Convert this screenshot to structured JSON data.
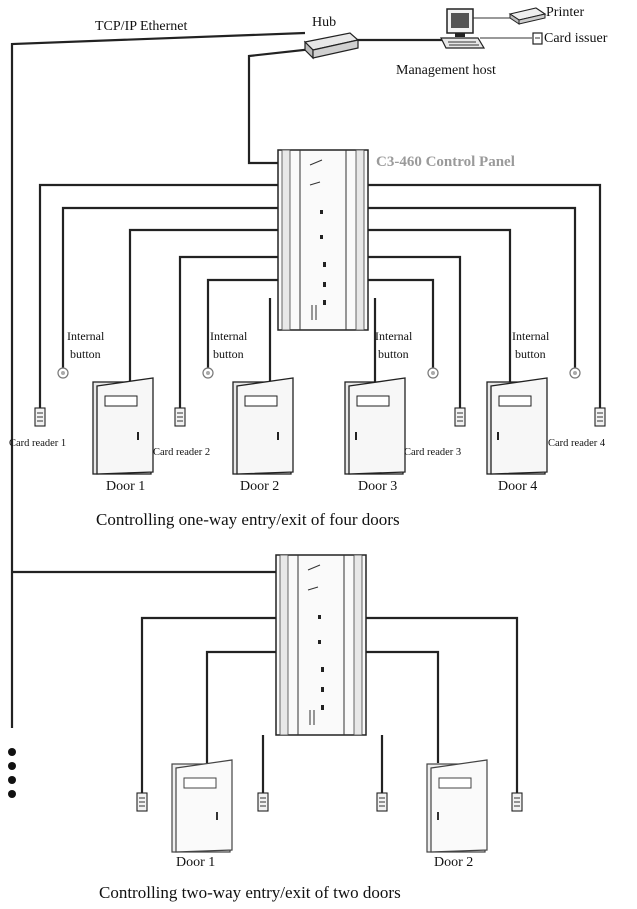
{
  "network": {
    "ethernet_label": "TCP/IP Ethernet",
    "hub_label": "Hub",
    "host_label": "Management host",
    "printer_label": "Printer",
    "card_issuer_label": "Card issuer"
  },
  "panel": {
    "title": "C3-460 Control Panel"
  },
  "four_door": {
    "button_label_line1": "Internal",
    "button_label_line2": "button",
    "readers": [
      "Card reader 1",
      "Card reader 2",
      "Card reader 3",
      "Card reader 4"
    ],
    "doors": [
      "Door 1",
      "Door 2",
      "Door 3",
      "Door 4"
    ],
    "caption": "Controlling one-way entry/exit of four doors"
  },
  "two_door": {
    "doors": [
      "Door 1",
      "Door 2"
    ],
    "caption": "Controlling two-way entry/exit of two doors"
  }
}
